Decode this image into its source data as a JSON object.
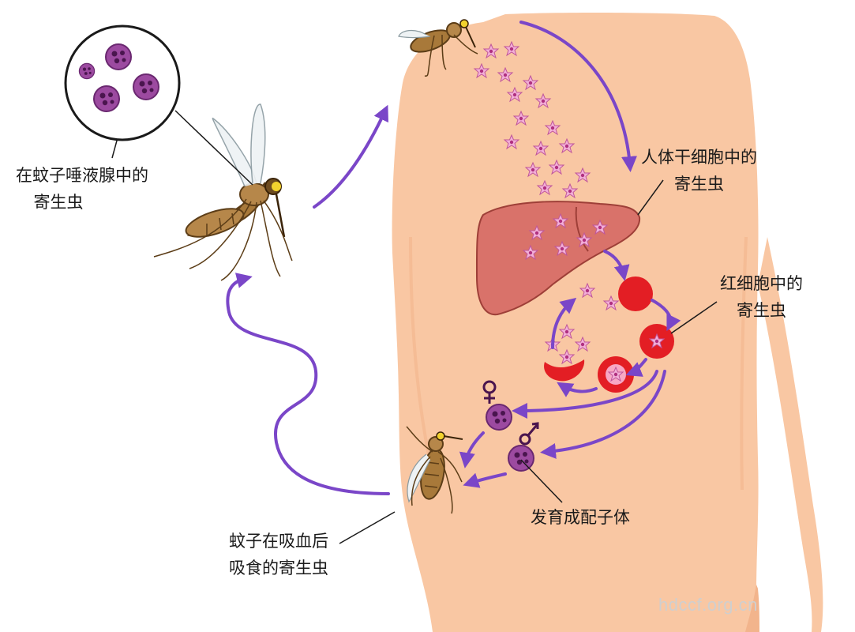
{
  "labels": {
    "salivary": {
      "line1": "在蚊子唾液腺中的",
      "line2": "寄生虫"
    },
    "liver": {
      "line1": "人体干细胞中的",
      "line2": "寄生虫"
    },
    "rbc": {
      "line1": "红细胞中的",
      "line2": "寄生虫"
    },
    "gametocyte": {
      "line1": "发育成配子体"
    },
    "blood_meal": {
      "line1": "蚊子在吸血后",
      "line2": "吸食的寄生虫"
    }
  },
  "watermark": "hdccf.org.cn",
  "colors": {
    "skin": "#f9c7a3",
    "skin_shadow": "#f2b48c",
    "liver": "#d9726a",
    "rbc": "#e31e24",
    "arrow": "#7a46c8",
    "parasite": "#8e3a8a",
    "mosquito_body": "#a8793a"
  }
}
